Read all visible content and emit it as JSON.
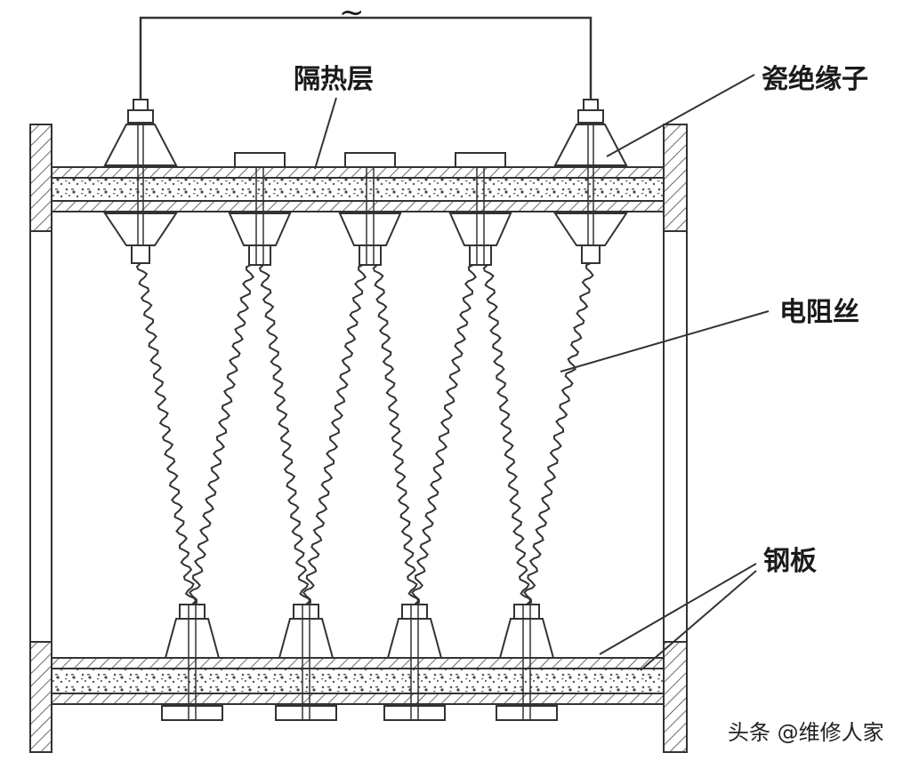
{
  "diagram": {
    "supply_symbol": "~",
    "labels": {
      "insulation_layer": "隔热层",
      "ceramic_insulator": "瓷绝缘子",
      "resistance_wire": "电阻丝",
      "steel_plate": "钢板"
    }
  },
  "watermark": {
    "text": "头条 @维修人家"
  },
  "colors": {
    "line": "#333333",
    "background": "#ffffff"
  }
}
